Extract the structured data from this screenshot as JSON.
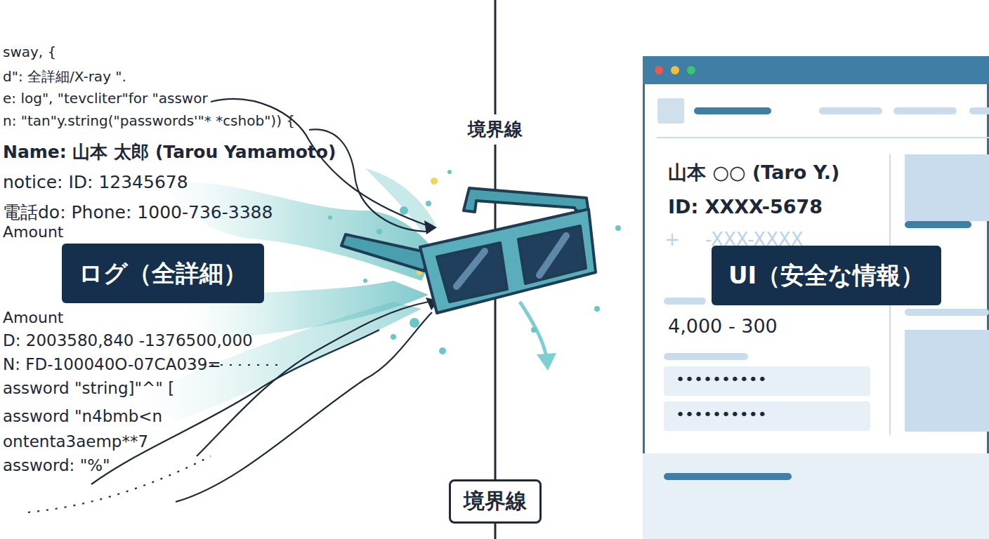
{
  "diagram": {
    "nodes": [
      {
        "text": [
          "ログ（全詳細）"
        ]
      },
      {
        "text": [
          "境界線"
        ]
      },
      {
        "text": [
          "山本 ○○ (Taro Y.)",
          "ID: XXXX-5678",
          "4,000 - 300"
        ]
      },
      {
        "text": [
          "UI（安全な情報）"
        ],
        "in": 2
      }
    ],
    "edges": [
      {
        "from": 0,
        "to": 3,
        "arrow": "to"
      }
    ],
    "labels": [
      "sway, {",
      "d\": 全詳細/X-ray \".",
      "e: log\", \"tevcliter\"for \"asswor",
      "n: \"tan\"y.string(\"passwords'\"* *cshob\")) {",
      "Name: 山本 太郎 (Tarou Yamamoto)",
      "notice: ID: 12345678",
      "電話do: Phone: 1000-736-3388",
      "Amount",
      "Amount",
      "D: 2003580,840 -1376500,000",
      "N: FD-100040O-07CA039=",
      "assword \"string]\"^\" [",
      "assword \"n4bmb<n",
      "ontenta3aemp**7",
      "assword: \"%\"",
      "境界線",
      "+",
      "-XXX-XXXX",
      "••••••••••",
      "••••••••••"
    ]
  }
}
